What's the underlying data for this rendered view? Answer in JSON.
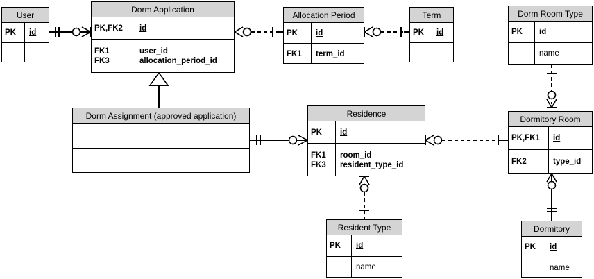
{
  "diagram": {
    "type": "entity-relationship-diagram",
    "notation": "crows-foot",
    "colors": {
      "entity_header_fill": "#d4d4d4",
      "entity_body_fill": "#ffffff",
      "line": "#000000",
      "background": "#ffffff"
    }
  },
  "entities": {
    "user": {
      "title": "User",
      "rows": [
        {
          "key": "PK",
          "attr": "id",
          "pk": true
        }
      ],
      "extra_rows": [
        {
          "key": "",
          "attr": ""
        }
      ]
    },
    "dorm_application": {
      "title": "Dorm Application",
      "rows": [
        {
          "key": "PK,FK2",
          "attr": "id",
          "pk": true
        }
      ],
      "extra_rows": [
        {
          "key": "FK1",
          "attr": "user_id"
        },
        {
          "key": "FK3",
          "attr": "allocation_period_id"
        }
      ]
    },
    "allocation_period": {
      "title": "Allocation Period",
      "rows": [
        {
          "key": "PK",
          "attr": "id",
          "pk": true
        }
      ],
      "extra_rows": [
        {
          "key": "FK1",
          "attr": "term_id"
        }
      ]
    },
    "term": {
      "title": "Term",
      "rows": [
        {
          "key": "PK",
          "attr": "id",
          "pk": true
        }
      ],
      "extra_rows": [
        {
          "key": "",
          "attr": ""
        }
      ]
    },
    "dorm_room_type": {
      "title": "Dorm Room Type",
      "rows": [
        {
          "key": "PK",
          "attr": "id",
          "pk": true
        }
      ],
      "extra_rows": [
        {
          "key": "",
          "attr": "name",
          "plain": true
        }
      ]
    },
    "dorm_assignment": {
      "title": "Dorm Assignment (approved application)",
      "rows": [
        {
          "key": "",
          "attr": ""
        }
      ],
      "extra_rows": [
        {
          "key": "",
          "attr": ""
        }
      ]
    },
    "residence": {
      "title": "Residence",
      "rows": [
        {
          "key": "PK",
          "attr": "id",
          "pk": true
        }
      ],
      "extra_rows": [
        {
          "key": "FK1",
          "attr": "room_id"
        },
        {
          "key": "FK3",
          "attr": "resident_type_id"
        }
      ]
    },
    "dormitory_room": {
      "title": "Dormitory Room",
      "rows": [
        {
          "key": "PK,FK1",
          "attr": "id",
          "pk": true
        }
      ],
      "extra_rows": [
        {
          "key": "FK2",
          "attr": "type_id"
        }
      ]
    },
    "resident_type": {
      "title": "Resident Type",
      "rows": [
        {
          "key": "PK",
          "attr": "id",
          "pk": true
        }
      ],
      "extra_rows": [
        {
          "key": "",
          "attr": "name",
          "plain": true
        }
      ]
    },
    "dormitory": {
      "title": "Dormitory",
      "rows": [
        {
          "key": "PK",
          "attr": "id",
          "pk": true
        }
      ],
      "extra_rows": [
        {
          "key": "",
          "attr": "name",
          "plain": true
        }
      ]
    }
  },
  "relationships": [
    {
      "name": "user-to-dorm-application",
      "from": "user",
      "to": "dorm_application",
      "style": "solid",
      "from_cardinality": "one-mandatory",
      "to_cardinality": "zero-or-many"
    },
    {
      "name": "dorm-application-to-allocation-period",
      "from": "dorm_application",
      "to": "allocation_period",
      "style": "dashed",
      "from_cardinality": "zero-or-many",
      "to_cardinality": "one-mandatory"
    },
    {
      "name": "allocation-period-to-term",
      "from": "allocation_period",
      "to": "term",
      "style": "dashed",
      "from_cardinality": "zero-or-many",
      "to_cardinality": "one-mandatory"
    },
    {
      "name": "dorm-application-inherits-dorm-assignment",
      "from": "dorm_assignment",
      "to": "dorm_application",
      "style": "inheritance",
      "from_cardinality": "",
      "to_cardinality": "generalization-triangle"
    },
    {
      "name": "dorm-assignment-to-residence",
      "from": "dorm_assignment",
      "to": "residence",
      "style": "solid",
      "from_cardinality": "one-mandatory",
      "to_cardinality": "zero-or-many"
    },
    {
      "name": "residence-to-dormitory-room",
      "from": "residence",
      "to": "dormitory_room",
      "style": "dashed",
      "from_cardinality": "zero-or-many",
      "to_cardinality": "one-mandatory"
    },
    {
      "name": "residence-to-resident-type",
      "from": "residence",
      "to": "resident_type",
      "style": "dashed",
      "from_cardinality": "zero-or-many",
      "to_cardinality": "one-mandatory"
    },
    {
      "name": "dorm-room-type-to-dormitory-room",
      "from": "dorm_room_type",
      "to": "dormitory_room",
      "style": "dashed",
      "from_cardinality": "one-mandatory",
      "to_cardinality": "zero-or-many"
    },
    {
      "name": "dormitory-room-to-dormitory",
      "from": "dormitory_room",
      "to": "dormitory",
      "style": "solid",
      "from_cardinality": "zero-or-many",
      "to_cardinality": "one-mandatory"
    }
  ]
}
